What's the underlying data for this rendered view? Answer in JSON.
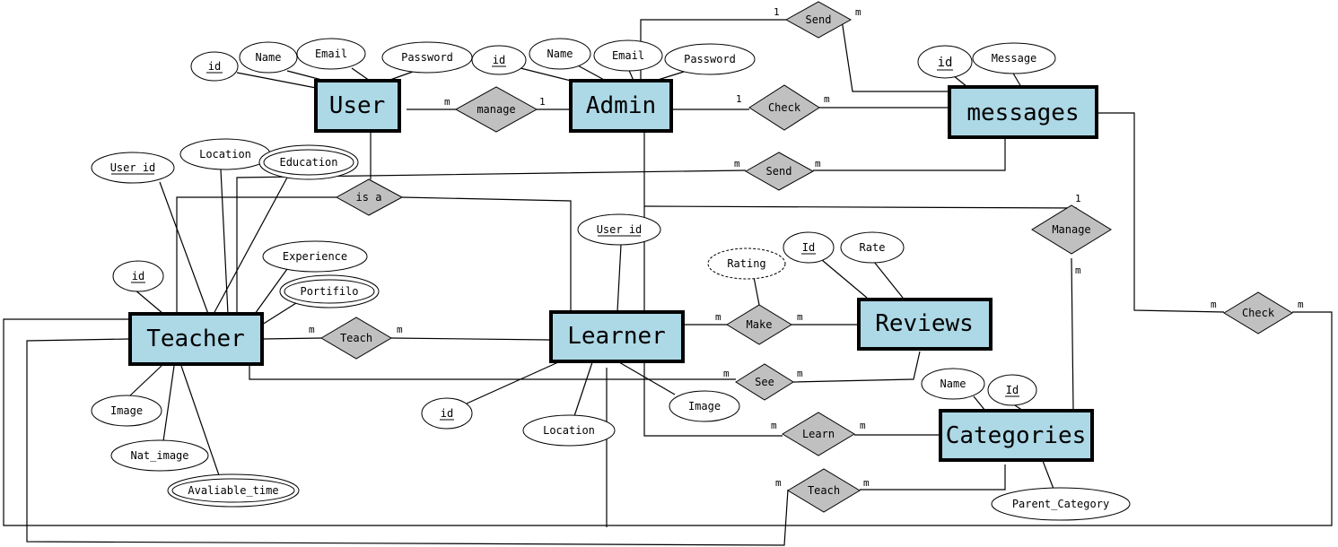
{
  "entities": {
    "user": "User",
    "admin": "Admin",
    "messages": "messages",
    "teacher": "Teacher",
    "learner": "Learner",
    "reviews": "Reviews",
    "categories": "Categories"
  },
  "relationships": {
    "manage": "manage",
    "send_top": "Send",
    "check_mid": "Check",
    "send_mid": "Send",
    "is_a": "is a",
    "manage_cat": "Manage",
    "make": "Make",
    "teach_mid": "Teach",
    "see": "See",
    "learn": "Learn",
    "check_right": "Check",
    "teach_bottom": "Teach"
  },
  "attributes": {
    "user_id": "id",
    "user_name": "Name",
    "user_email": "Email",
    "user_password": "Password",
    "admin_id": "id",
    "admin_name": "Name",
    "admin_email": "Email",
    "admin_password": "Password",
    "msg_id": "id",
    "msg_message": "Message",
    "teacher_user_id": "User_id",
    "teacher_location": "Location",
    "teacher_education": "Education",
    "teacher_id": "id",
    "teacher_experience": "Experience",
    "teacher_portfolio": "Portifilo",
    "teacher_image": "Image",
    "teacher_nat_image": "Nat_image",
    "teacher_available": "Avaliable_time",
    "learner_user_id": "User_id",
    "learner_id": "id",
    "learner_location": "Location",
    "learner_image": "Image",
    "review_rating": "Rating",
    "review_id": "Id",
    "review_rate": "Rate",
    "cat_name": "Name",
    "cat_id": "Id",
    "cat_parent": "Parent_Category"
  },
  "cardinalities": {
    "manage_left": "m",
    "manage_right": "1",
    "send_top_left": "1",
    "send_top_right": "m",
    "check_mid_left": "1",
    "check_mid_right": "m",
    "send_mid_left": "m",
    "send_mid_right": "m",
    "manage_cat_top": "1",
    "manage_cat_bottom": "m",
    "make_left": "m",
    "make_right": "m",
    "teach_mid_left": "m",
    "teach_mid_right": "m",
    "see_left": "m",
    "see_right": "m",
    "learn_left": "m",
    "learn_right": "m",
    "check_right_left": "m",
    "check_right_right": "m",
    "teach_bottom_left": "m",
    "teach_bottom_right": "m"
  },
  "colors": {
    "entity_fill": "#add8e6",
    "relationship_fill": "#c0c0c0",
    "attribute_fill": "#ffffff",
    "line": "#000000"
  }
}
